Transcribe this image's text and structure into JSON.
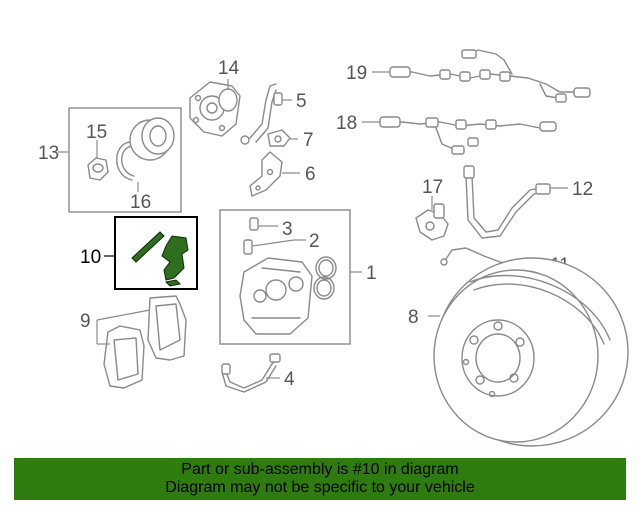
{
  "callouts": {
    "c1": "1",
    "c2": "2",
    "c3": "3",
    "c4": "4",
    "c5": "5",
    "c6": "6",
    "c7": "7",
    "c8": "8",
    "c9": "9",
    "c10": "10",
    "c11": "11",
    "c12": "12",
    "c13": "13",
    "c14": "14",
    "c15": "15",
    "c16": "16",
    "c17": "17",
    "c18": "18",
    "c19": "19"
  },
  "highlighted_part": "10",
  "banner": {
    "line1": "Part or sub-assembly is #10 in diagram",
    "line2": "Diagram may not be specific to your vehicle",
    "background": "#2e7b0e"
  },
  "colors": {
    "highlight_part": "#2f6e1e",
    "line_art": "#8a8a8a"
  }
}
